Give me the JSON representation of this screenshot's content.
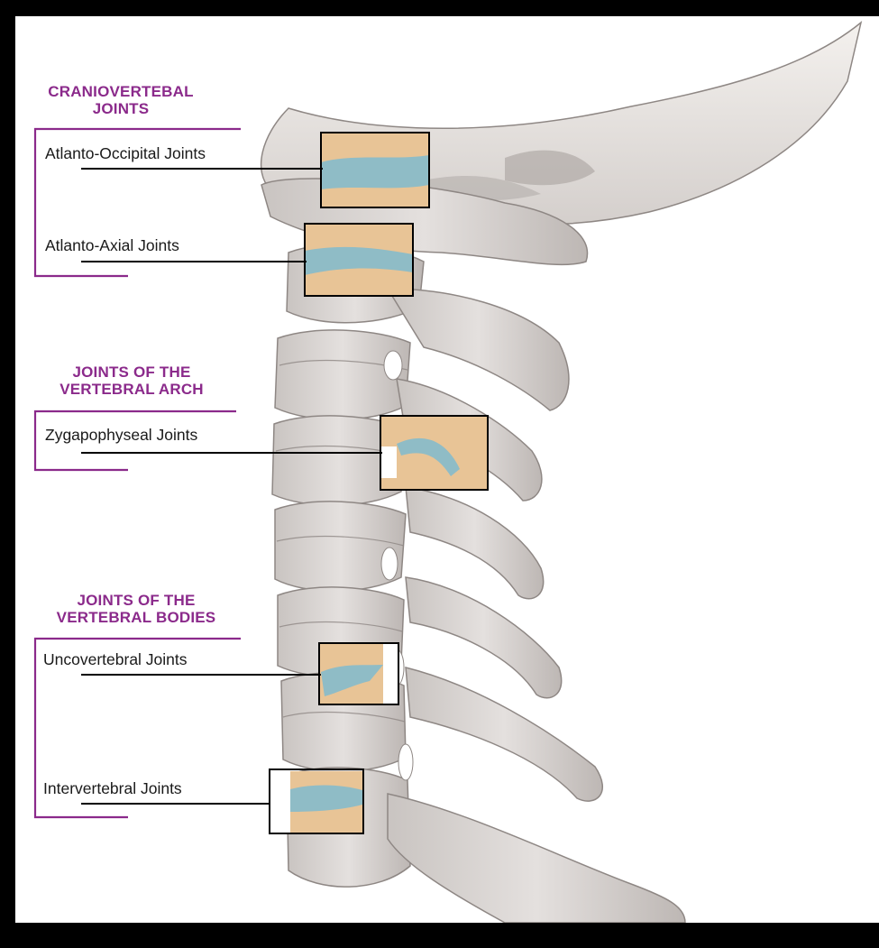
{
  "groups": [
    {
      "heading_line1": "CRANIOVERTEBAL",
      "heading_line2": "JOINTS",
      "joints": [
        "Atlanto-Occipital Joints",
        "Atlanto-Axial Joints"
      ]
    },
    {
      "heading_line1": "JOINTS OF THE",
      "heading_line2": "VERTEBRAL ARCH",
      "joints": [
        "Zygapophyseal Joints"
      ]
    },
    {
      "heading_line1": "JOINTS OF THE",
      "heading_line2": "VERTEBRAL BODIES",
      "joints": [
        "Uncovertebral Joints",
        "Intervertebral Joints"
      ]
    }
  ],
  "colors": {
    "heading": "#8b2a8b",
    "bracket": "#8b2a8b",
    "bone": "#dad6d4",
    "bone_shadow": "#9c9693",
    "cartilage": "#8fbcc6",
    "joint_bone": "#e8c496",
    "leader": "#000000"
  }
}
